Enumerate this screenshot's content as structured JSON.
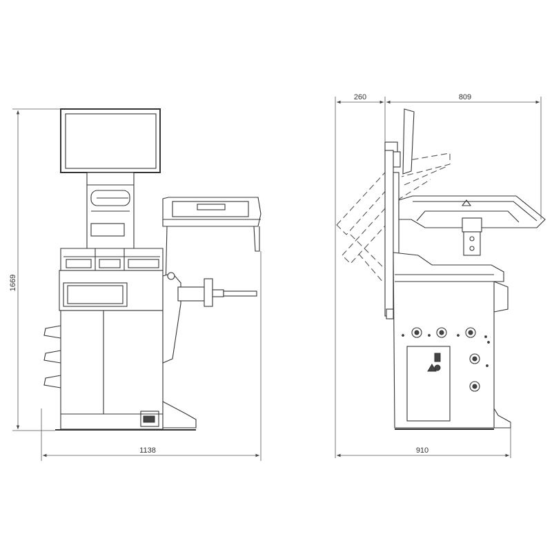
{
  "dimensions": {
    "front_width": "1138",
    "front_height": "1669",
    "side_top_left": "260",
    "side_top_right": "809",
    "side_width": "910"
  }
}
